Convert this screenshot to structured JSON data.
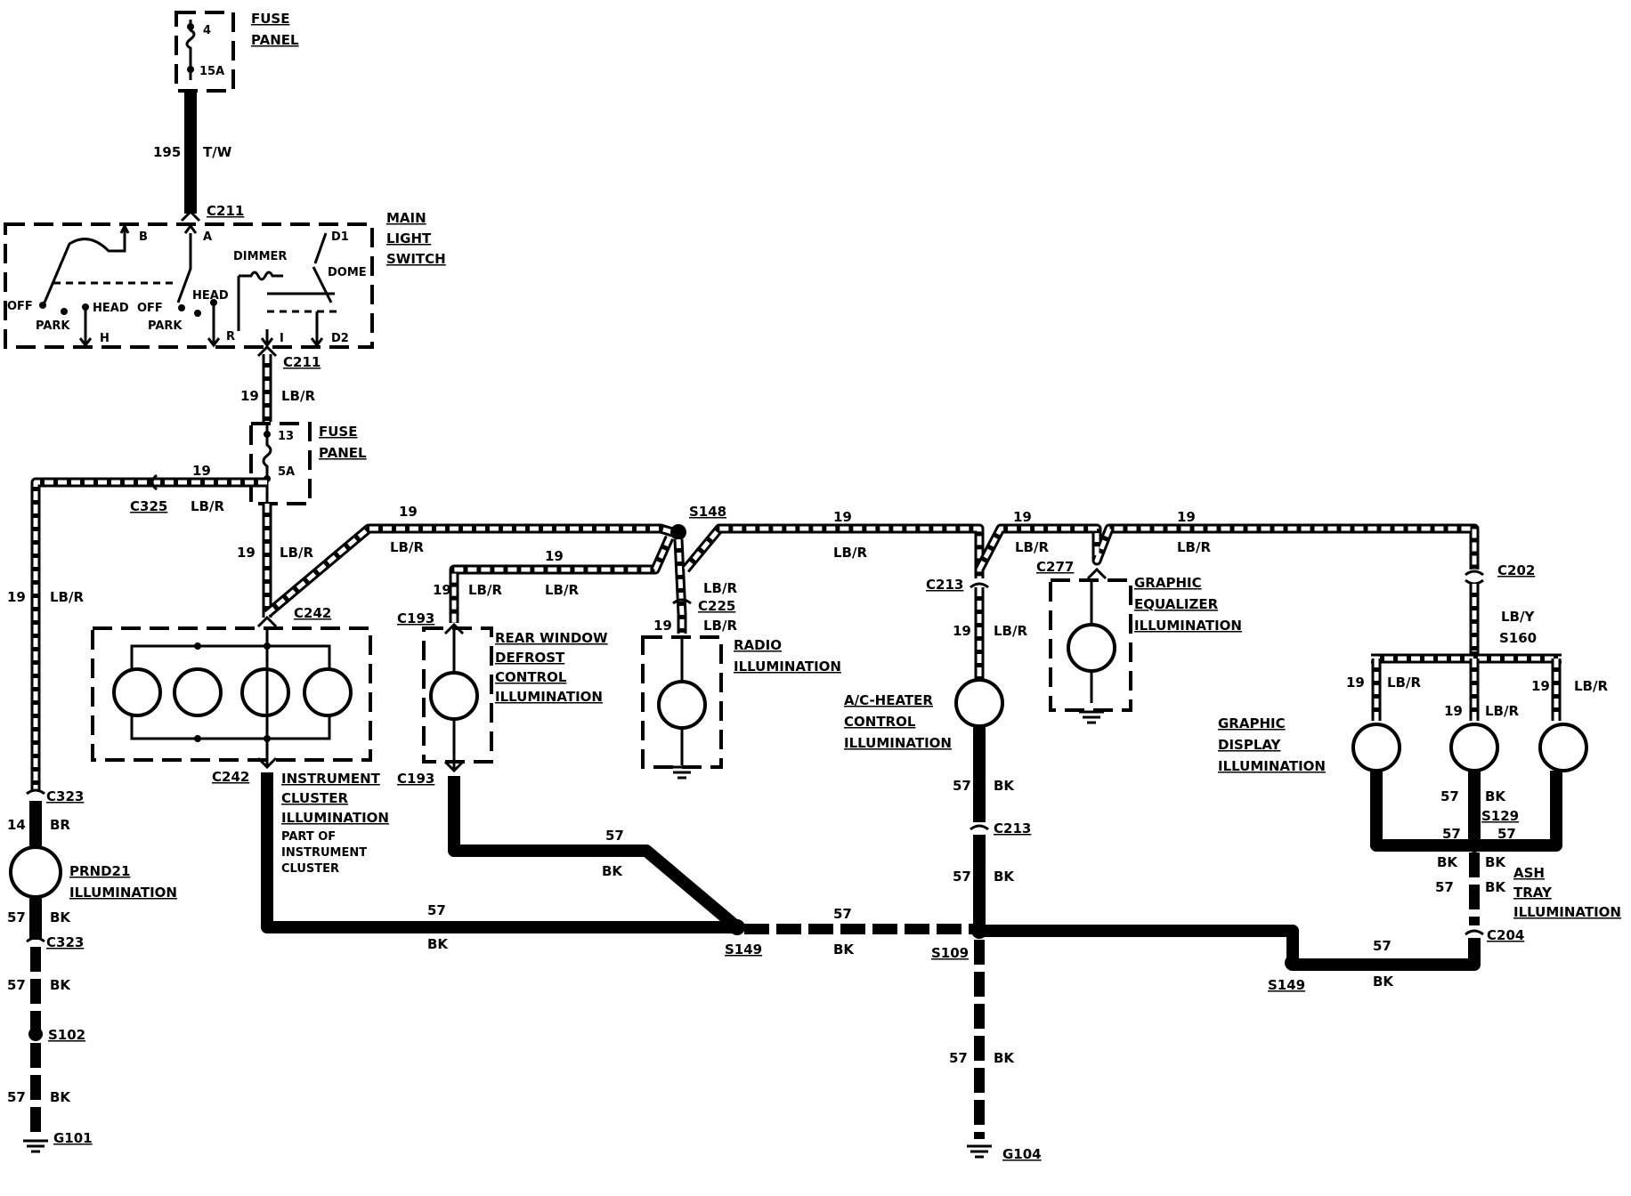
{
  "fuse_top": {
    "number": "4",
    "rating": "15A",
    "label": [
      "FUSE",
      "PANEL"
    ]
  },
  "main_switch": {
    "label": [
      "MAIN",
      "LIGHT",
      "SWITCH"
    ],
    "terminals": {
      "b": "B",
      "a": "A",
      "d1": "D1",
      "dimmer": "DIMMER",
      "dome": "DOME",
      "off1": "OFF",
      "head1": "HEAD",
      "park1": "PARK",
      "h": "H",
      "off2": "OFF",
      "head2": "HEAD",
      "park2": "PARK",
      "r": "R",
      "i": "I",
      "d2": "D2"
    }
  },
  "fuse_mid": {
    "number": "13",
    "rating": "5A",
    "label": [
      "FUSE",
      "PANEL"
    ]
  },
  "wires": {
    "w195": "195",
    "c_tw": "T/W",
    "w19": "19",
    "c_lbr": "LB/R",
    "w14": "14",
    "c_br": "BR",
    "w57": "57",
    "c_bk": "BK",
    "c_lby": "LB/Y"
  },
  "connectors": {
    "c211": "C211",
    "c325": "C325",
    "c242": "C242",
    "c193": "C193",
    "c225": "C225",
    "c213": "C213",
    "c277": "C277",
    "c202": "C202",
    "c323": "C323",
    "c204": "C204"
  },
  "splices": {
    "s148": "S148",
    "s160": "S160",
    "s129": "S129",
    "s149": "S149",
    "s109": "S109",
    "s102": "S102"
  },
  "grounds": {
    "g101": "G101",
    "g104": "G104"
  },
  "components": {
    "instrument_cluster": [
      "INSTRUMENT",
      "CLUSTER",
      "ILLUMINATION"
    ],
    "instrument_note": [
      "PART OF",
      "INSTRUMENT",
      "CLUSTER"
    ],
    "rear_defrost": [
      "REAR WINDOW",
      "DEFROST",
      "CONTROL",
      "ILLUMINATION"
    ],
    "radio": [
      "RADIO",
      "ILLUMINATION"
    ],
    "ac_heater": [
      "A/C-HEATER",
      "CONTROL",
      "ILLUMINATION"
    ],
    "graphic_eq": [
      "GRAPHIC",
      "EQUALIZER",
      "ILLUMINATION"
    ],
    "graphic_display": [
      "GRAPHIC",
      "DISPLAY",
      "ILLUMINATION"
    ],
    "prnd21": [
      "PRND21",
      "ILLUMINATION"
    ],
    "ash_tray": [
      "ASH",
      "TRAY",
      "ILLUMINATION"
    ]
  }
}
